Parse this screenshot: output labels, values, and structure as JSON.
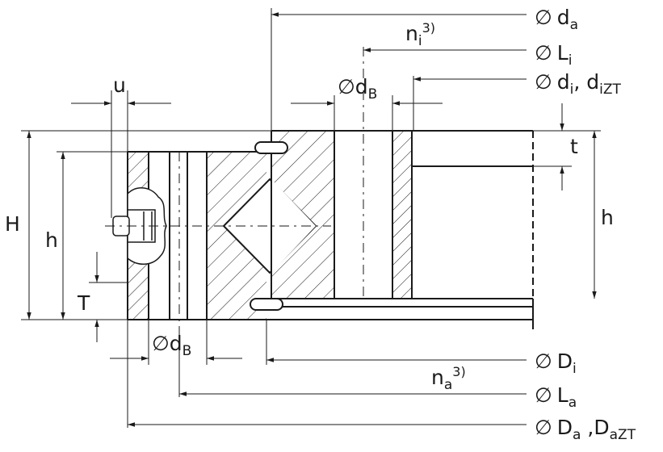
{
  "labels": {
    "da": {
      "symbol": "∅",
      "base": "d",
      "sub": "a"
    },
    "ni": {
      "base": "n",
      "sub": "i",
      "sup": "3)"
    },
    "Li": {
      "symbol": "∅",
      "base": "L",
      "sub": "i"
    },
    "dB_top": {
      "symbol": "∅",
      "base": "d",
      "sub": "B"
    },
    "di": {
      "symbol": "∅",
      "base": "d",
      "sub": "i",
      "sep": ", ",
      "base2": "d",
      "sub2": "iZT"
    },
    "u": "u",
    "t": "t",
    "H": "H",
    "h_left": "h",
    "h_right": "h",
    "T": "T",
    "dB_bottom": {
      "symbol": "∅",
      "base": "d",
      "sub": "B"
    },
    "Di": {
      "symbol": "∅",
      "base": "D",
      "sub": "i"
    },
    "na": {
      "base": "n",
      "sub": "a",
      "sup": "3)"
    },
    "La": {
      "symbol": "∅",
      "base": "L",
      "sub": "a"
    },
    "Da": {
      "symbol": "∅",
      "base": "D",
      "sub": "a",
      "sep": " ,",
      "base2": "D",
      "sub2": "aZT"
    }
  },
  "colors": {
    "ink": "#1a1a1a",
    "background": "#ffffff"
  }
}
